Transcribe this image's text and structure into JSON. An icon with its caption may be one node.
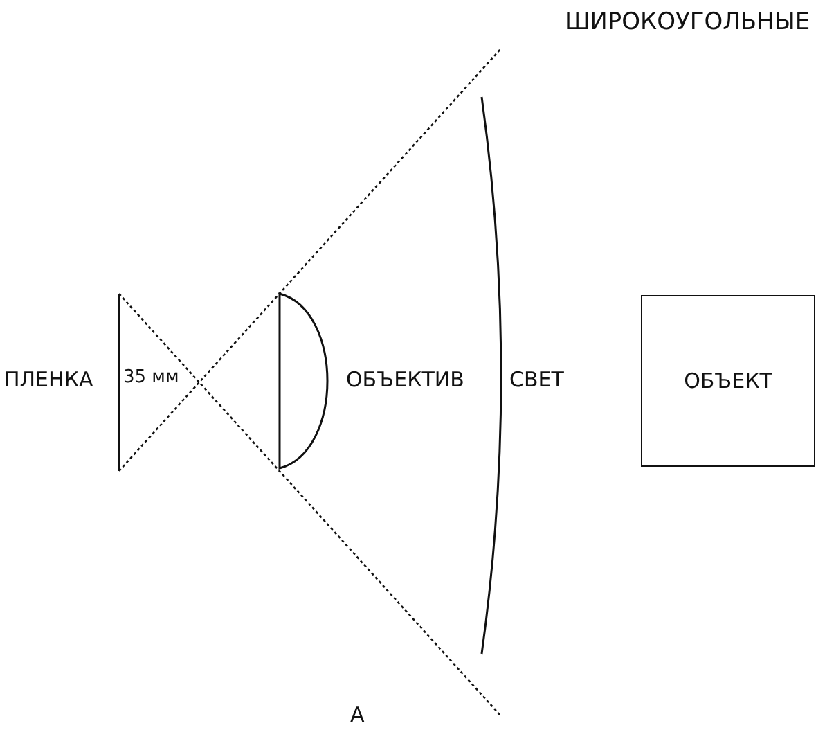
{
  "diagram": {
    "title": "ШИРОКОУГОЛЬНЫЕ",
    "nodes": [
      {
        "text": [
          "ОБЪЕКТ"
        ]
      }
    ],
    "labels": [
      "ПЛЕНКА",
      "35 мм",
      "ОБЪЕКТИВ",
      "СВЕТ",
      "А"
    ]
  }
}
